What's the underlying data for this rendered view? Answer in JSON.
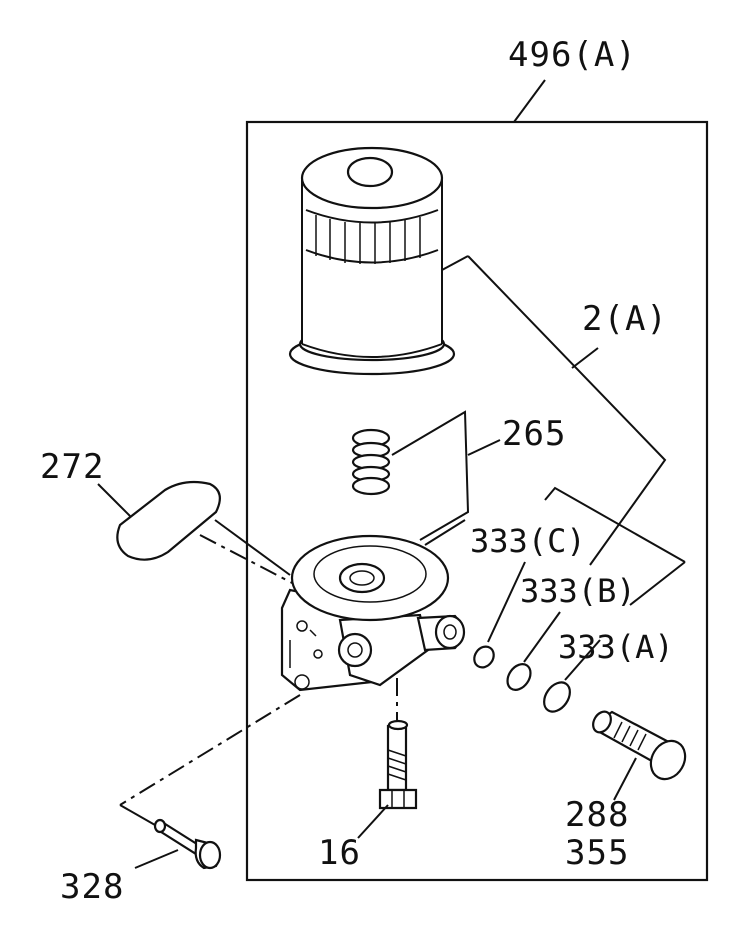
{
  "labels": {
    "assembly": "496(A)",
    "element": "2(A)",
    "spring": "265",
    "cover": "272",
    "oring_c": "333(C)",
    "oring_b": "333(B)",
    "oring_a": "333(A)",
    "plug_1": "288",
    "plug_2": "355",
    "bolt_bottom": "16",
    "bolt_left": "328"
  }
}
